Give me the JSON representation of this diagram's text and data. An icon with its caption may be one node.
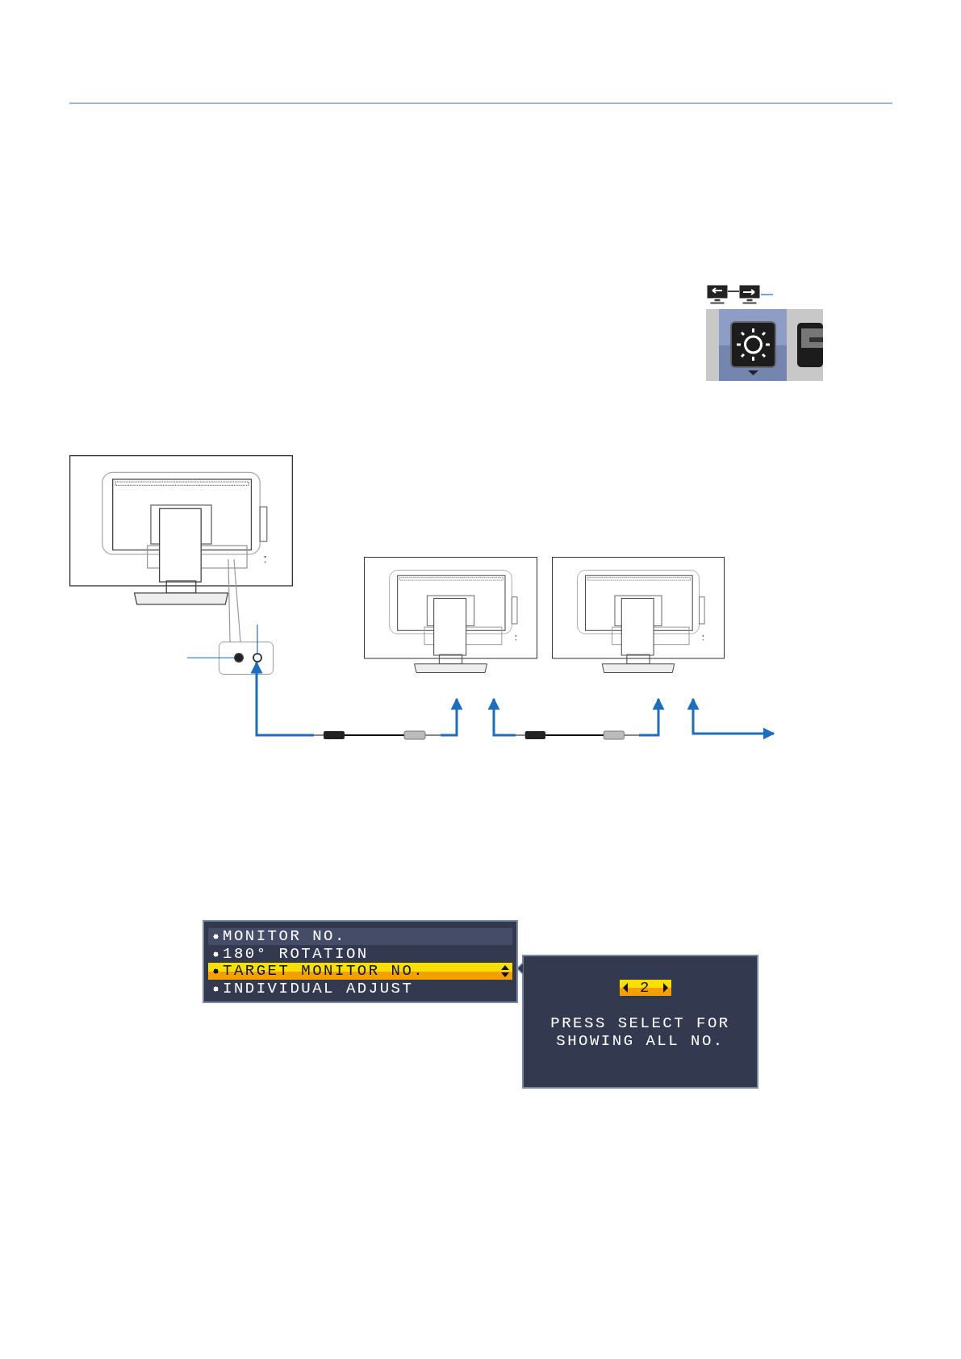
{
  "diagram": {
    "nodes": [
      {
        "text": [],
        "shape": "icon"
      },
      {
        "text": [],
        "shape": "picture"
      },
      {
        "text": [],
        "shape": "box"
      },
      {
        "text": [],
        "shape": "circle",
        "in": 2
      },
      {
        "text": [],
        "shape": "circle",
        "in": 2
      },
      {
        "text": [],
        "shape": "picture"
      },
      {
        "text": [],
        "shape": "picture"
      },
      {
        "text": [],
        "shape": "picture"
      },
      {
        "text": [],
        "shape": "picture"
      },
      {
        "text": [
          "MONITOR NO.",
          "180° ROTATION",
          "TARGET MONITOR NO.",
          "INDIVIDUAL ADJUST"
        ]
      },
      {
        "text": [
          "2",
          "PRESS SELECT FOR SHOWING ALL NO."
        ]
      }
    ],
    "edges": [
      {
        "from": 0,
        "to": null,
        "arrow": "none"
      },
      {
        "from": null,
        "to": 3,
        "arrow": "none"
      },
      {
        "from": null,
        "to": 4,
        "arrow": "none"
      },
      {
        "from": 5,
        "to": 4,
        "arrow": "to"
      },
      {
        "from": 5,
        "to": 6,
        "arrow": "to"
      },
      {
        "from": 7,
        "to": 6,
        "arrow": "to"
      },
      {
        "from": 7,
        "to": 8,
        "arrow": "to"
      },
      {
        "from": null,
        "to": 8,
        "arrow": "both"
      },
      {
        "from": 1,
        "to": 2,
        "arrow": "none",
        "color": "#999999"
      }
    ]
  }
}
